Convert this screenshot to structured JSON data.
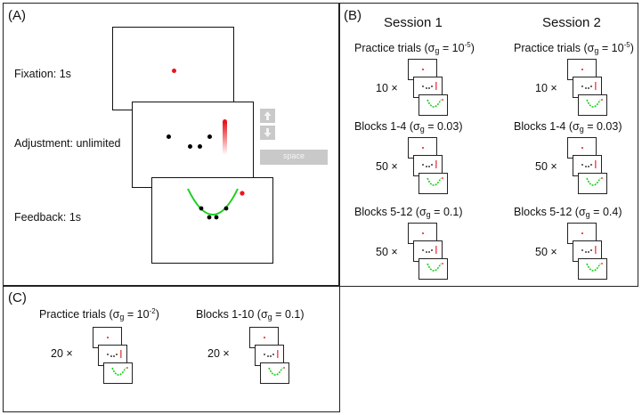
{
  "panel_a": {
    "label": "(A)",
    "fixation_label": "Fixation: 1s",
    "adjustment_label": "Adjustment: unlimited",
    "feedback_label": "Feedback: 1s",
    "space_key_label": "space",
    "up_key_icon": "arrow-up-icon",
    "down_key_icon": "arrow-down-icon"
  },
  "panel_b": {
    "label": "(B)",
    "sessions": [
      {
        "title": "Session 1",
        "rows": [
          {
            "name": "Practice trials",
            "sigma_value": "10",
            "exponent": "-5",
            "count": "10 ×"
          },
          {
            "name": "Blocks 1-4",
            "sigma_value": "0.03",
            "exponent": "",
            "count": "50 ×"
          },
          {
            "name": "Blocks 5-12",
            "sigma_value": "0.1",
            "exponent": "",
            "count": "50 ×"
          }
        ]
      },
      {
        "title": "Session 2",
        "rows": [
          {
            "name": "Practice trials",
            "sigma_value": "10",
            "exponent": "-5",
            "count": "10 ×"
          },
          {
            "name": "Blocks 1-4",
            "sigma_value": "0.03",
            "exponent": "",
            "count": "50 ×"
          },
          {
            "name": "Blocks 5-12",
            "sigma_value": "0.4",
            "exponent": "",
            "count": "50 ×"
          }
        ]
      }
    ]
  },
  "panel_c": {
    "label": "(C)",
    "rows": [
      {
        "name": "Practice trials",
        "sigma_value": "10",
        "exponent": "-2",
        "count": "20 ×"
      },
      {
        "name": "Blocks 1-10",
        "sigma_value": "0.1",
        "exponent": "",
        "count": "20 ×"
      }
    ]
  },
  "sigma": {
    "symbol": "σ",
    "subscript": "g",
    "equals": " = ",
    "open": " (",
    "close": ")"
  },
  "colors": {
    "fixation": "#e8161c",
    "curve": "#19d11b",
    "dot": "#000000"
  }
}
